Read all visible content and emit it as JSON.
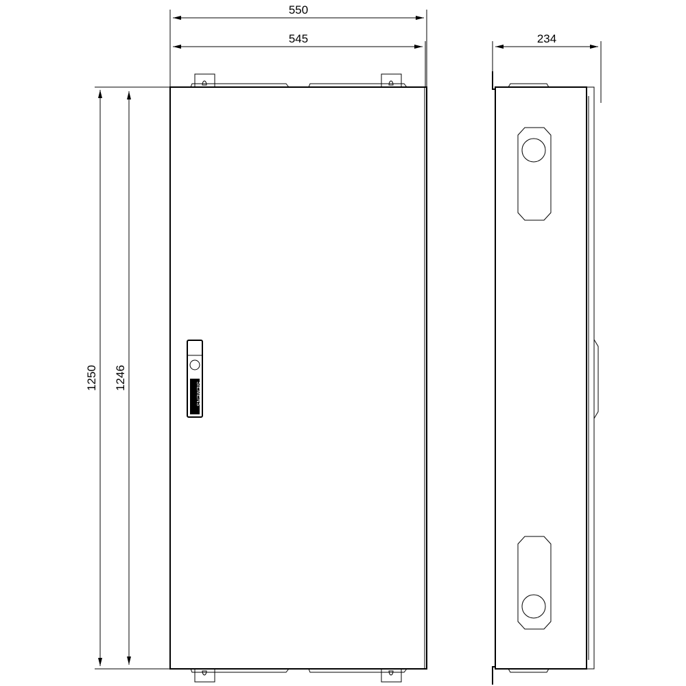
{
  "dimensions": {
    "overall_width": "550",
    "door_width": "545",
    "depth": "234",
    "overall_height": "1250",
    "door_height": "1246"
  },
  "handle": {
    "logo": "SIEMENS"
  },
  "colors": {
    "line": "#000000",
    "background": "#ffffff"
  }
}
